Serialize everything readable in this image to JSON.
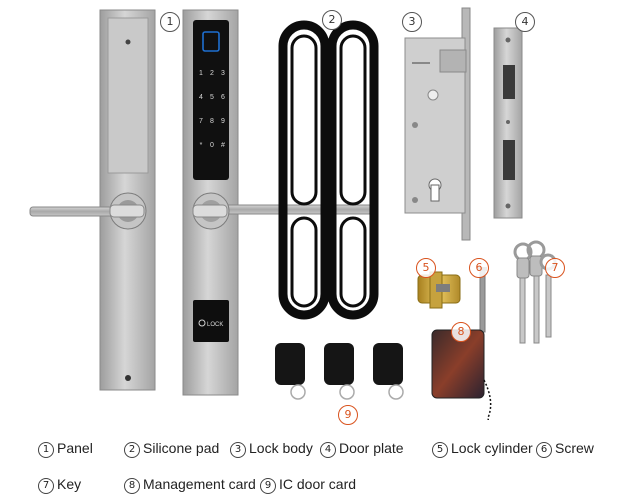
{
  "badges": {
    "b1": "1",
    "b2": "2",
    "b3": "3",
    "b4": "4",
    "b5": "5",
    "b6": "6",
    "b7": "7",
    "b8": "8",
    "b9": "9"
  },
  "keypad": {
    "keys": [
      "1",
      "2",
      "3",
      "4",
      "5",
      "6",
      "7",
      "8",
      "9",
      "*",
      "0",
      "#"
    ]
  },
  "card_reader_label": "LOCK",
  "legend": {
    "row1": [
      {
        "num": "1",
        "label": "Panel"
      },
      {
        "num": "2",
        "label": "Silicone pad"
      },
      {
        "num": "3",
        "label": "Lock body"
      },
      {
        "num": "4",
        "label": "Door plate"
      },
      {
        "num": "5",
        "label": "Lock cylinder"
      },
      {
        "num": "6",
        "label": "Screw"
      }
    ],
    "row2": [
      {
        "num": "7",
        "label": "Key"
      },
      {
        "num": "8",
        "label": "Management card"
      },
      {
        "num": "9",
        "label": "IC door card"
      }
    ]
  },
  "colors": {
    "steel": "#b9b9b9",
    "steel_dark": "#8d8d8d",
    "keypad_black": "#101010",
    "keypad_blue": "#1e6fd0",
    "badge_orange": "#d9531e",
    "brass": "#c9a23a"
  }
}
